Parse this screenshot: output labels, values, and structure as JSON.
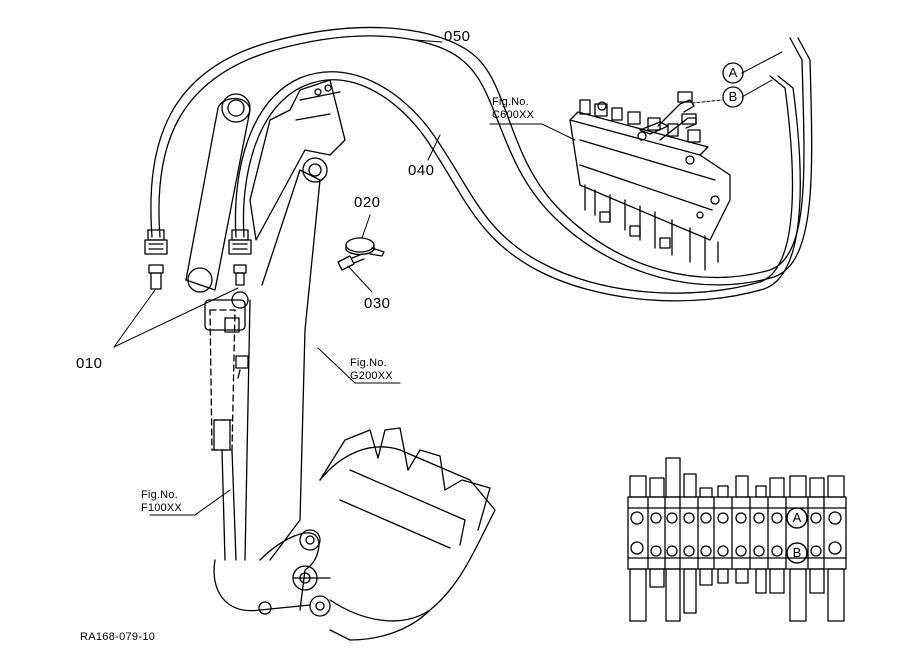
{
  "parts": {
    "p010": "010",
    "p020": "020",
    "p030": "030",
    "p040": "040",
    "p050": "050"
  },
  "fig_refs": {
    "c600": {
      "line1": "Fig.No.",
      "line2": "C600XX"
    },
    "g200": {
      "line1": "Fig.No.",
      "line2": "G200XX"
    },
    "f100": {
      "line1": "Fig.No.",
      "line2": "F100XX"
    }
  },
  "port_markers": {
    "a": "A",
    "b": "B"
  },
  "drawing_code": "RA168-079-10"
}
